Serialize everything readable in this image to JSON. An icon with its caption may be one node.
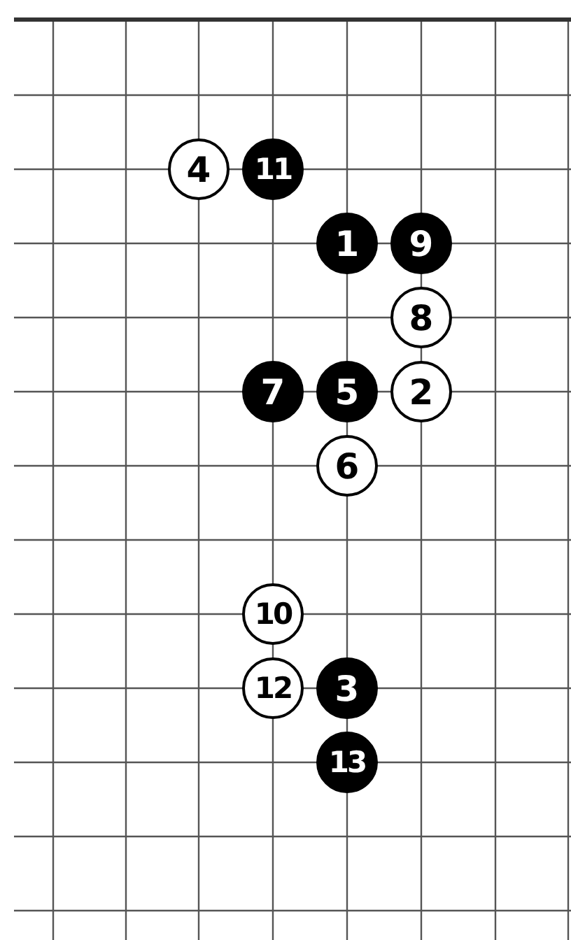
{
  "diagram": {
    "nodes": [
      {
        "text": [
          "4"
        ]
      },
      {
        "text": [
          "11"
        ]
      },
      {
        "text": [
          "1"
        ]
      },
      {
        "text": [
          "9"
        ]
      },
      {
        "text": [
          "8"
        ]
      },
      {
        "text": [
          "7"
        ]
      },
      {
        "text": [
          "5"
        ]
      },
      {
        "text": [
          "2"
        ]
      },
      {
        "text": [
          "6"
        ]
      },
      {
        "text": [
          "10"
        ]
      },
      {
        "text": [
          "12"
        ]
      },
      {
        "text": [
          "3"
        ]
      },
      {
        "text": [
          "13"
        ]
      }
    ]
  }
}
